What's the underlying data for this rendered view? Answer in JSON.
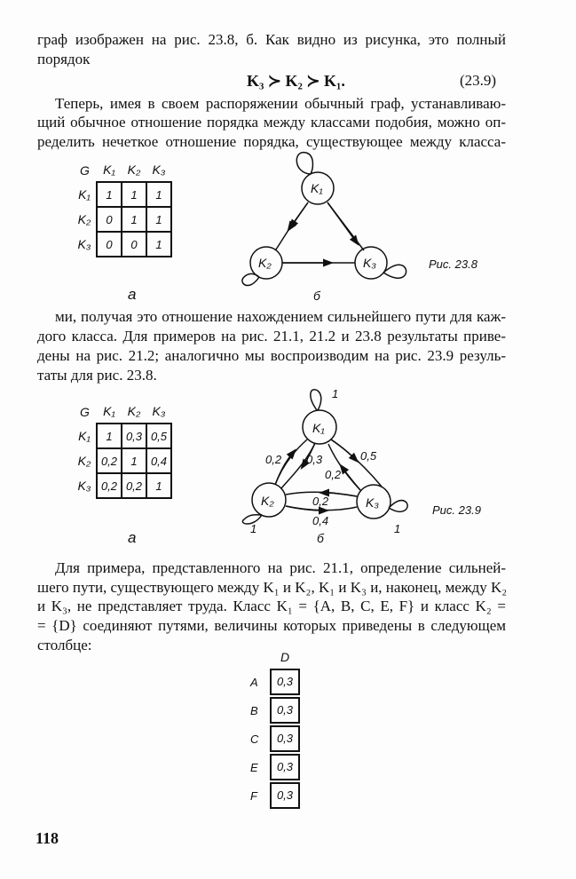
{
  "para1": [
    "граф изображен на рис. 23.8, б. Как видно из рисунка, это полный",
    "порядок"
  ],
  "formula": {
    "text": "K₃ ≻ K₂ ≻ K₁.",
    "number": "(23.9)"
  },
  "para2": [
    "Теперь, имея в своем распоряжении обычный граф, устанавливаю-",
    "щий обычное отношение порядка между классами подобия, можно оп-",
    "ределить нечеткое отношение порядка, существующее между класса-"
  ],
  "fig238": {
    "matrix": {
      "corner": "G",
      "cols": [
        "K₁",
        "K₂",
        "K₃"
      ],
      "rows": [
        {
          "label": "K₁",
          "cells": [
            "1",
            "1",
            "1"
          ]
        },
        {
          "label": "K₂",
          "cells": [
            "0",
            "1",
            "1"
          ]
        },
        {
          "label": "K₃",
          "cells": [
            "0",
            "0",
            "1"
          ]
        }
      ]
    },
    "nodes": [
      "K₁",
      "K₂",
      "K₃"
    ],
    "label_a": "а",
    "label_b": "б",
    "caption": "Рис. 23.8"
  },
  "para3": [
    "ми, получая это отношение нахождением сильнейшего пути для каж-",
    "дого класса. Для примеров на рис. 21.1, 21.2 и 23.8 результаты приве-",
    "дены на рис. 21.2; аналогично мы воспроизводим на рис. 23.9 резуль-",
    "таты для рис. 23.8."
  ],
  "fig239": {
    "matrix": {
      "corner": "G",
      "cols": [
        "K₁",
        "K₂",
        "K₃"
      ],
      "rows": [
        {
          "label": "K₁",
          "cells": [
            "1",
            "0,3",
            "0,5"
          ]
        },
        {
          "label": "K₂",
          "cells": [
            "0,2",
            "1",
            "0,4"
          ]
        },
        {
          "label": "K₃",
          "cells": [
            "0,2",
            "0,2",
            "1"
          ]
        }
      ]
    },
    "nodes": [
      "K₁",
      "K₂",
      "K₃"
    ],
    "edges": {
      "k1_loop": "1",
      "k2_loop": "1",
      "k3_loop": "1",
      "k2_k1": "0,2",
      "k1_k2": "0,3",
      "k1_k3": "0,5",
      "k3_k1": "0,2",
      "k3_k2": "0,2",
      "k2_k3": "0,4"
    },
    "label_a": "а",
    "label_b": "б",
    "caption": "Рис. 23.9"
  },
  "para4": [
    "Для примера, представленного на рис. 21.1, определение сильней-",
    "шего пути, существующего между K₁ и K₂, K₁ и K₃ и, наконец, между K₂",
    "и K₃, не представляет труда. Класс K₁ = {A, B, C, E, F} и класс K₂ =",
    "= {D} соединяют путями, величины которых приведены в следующем",
    "столбце:"
  ],
  "column": {
    "header": "D",
    "rows": [
      {
        "label": "A",
        "value": "0,3"
      },
      {
        "label": "B",
        "value": "0,3"
      },
      {
        "label": "C",
        "value": "0,3"
      },
      {
        "label": "E",
        "value": "0,3"
      },
      {
        "label": "F",
        "value": "0,3"
      }
    ]
  },
  "page_number": "118"
}
